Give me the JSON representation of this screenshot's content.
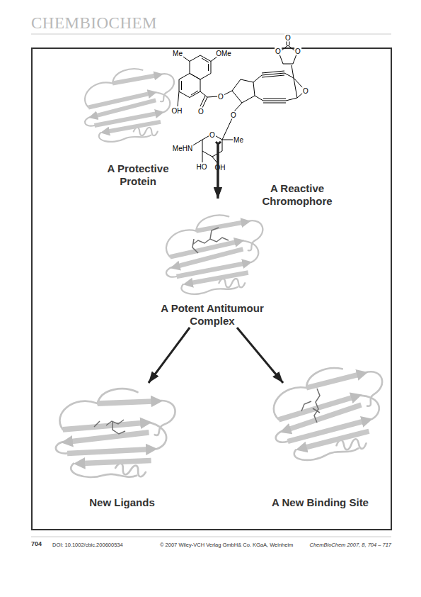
{
  "diagram": {
    "title": "CHEMBIOCHEM",
    "nodes": [
      {
        "text": [
          "A Protective Protein"
        ]
      },
      {
        "text": [
          "A Reactive Chromophore"
        ]
      },
      {
        "text": [
          "A Potent Antitumour Complex"
        ]
      },
      {
        "text": [
          "New Ligands"
        ]
      },
      {
        "text": [
          "A New Binding Site"
        ]
      }
    ],
    "edges": [
      {
        "from": 0,
        "to": 2,
        "arrow": "to"
      },
      {
        "from": 1,
        "to": 2,
        "arrow": "to"
      },
      {
        "from": 2,
        "to": 3,
        "arrow": "to"
      },
      {
        "from": 2,
        "to": 4,
        "arrow": "to"
      }
    ],
    "labels": [
      "Me",
      "OMe",
      "OH",
      "O",
      "O",
      "O",
      "O",
      "O",
      "O",
      "O",
      "MeHN",
      "O",
      "Me",
      "HO",
      "OH",
      "704",
      "DOI: 10.1002/cbic.200600534",
      "© 2007 Wiley-VCH Verlag GmbH& Co. KGaA, Weinheim",
      "ChemBioChem 2007, 8, 704 – 717"
    ]
  }
}
